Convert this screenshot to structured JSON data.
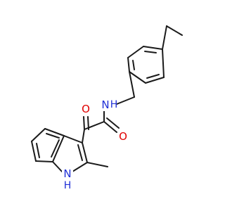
{
  "molecule": {
    "atoms": {
      "amide_n": {
        "element": "N",
        "label": "N",
        "hydrogen": "H"
      },
      "amide_o": {
        "element": "O",
        "label": "O"
      },
      "keto_o": {
        "element": "O",
        "label": "O"
      },
      "indole_n": {
        "element": "N",
        "label": "N",
        "hydrogen": "H"
      }
    },
    "colors": {
      "bond": "#1a1a1a",
      "oxygen": "#e00000",
      "nitrogen": "#1f2fd6"
    }
  }
}
